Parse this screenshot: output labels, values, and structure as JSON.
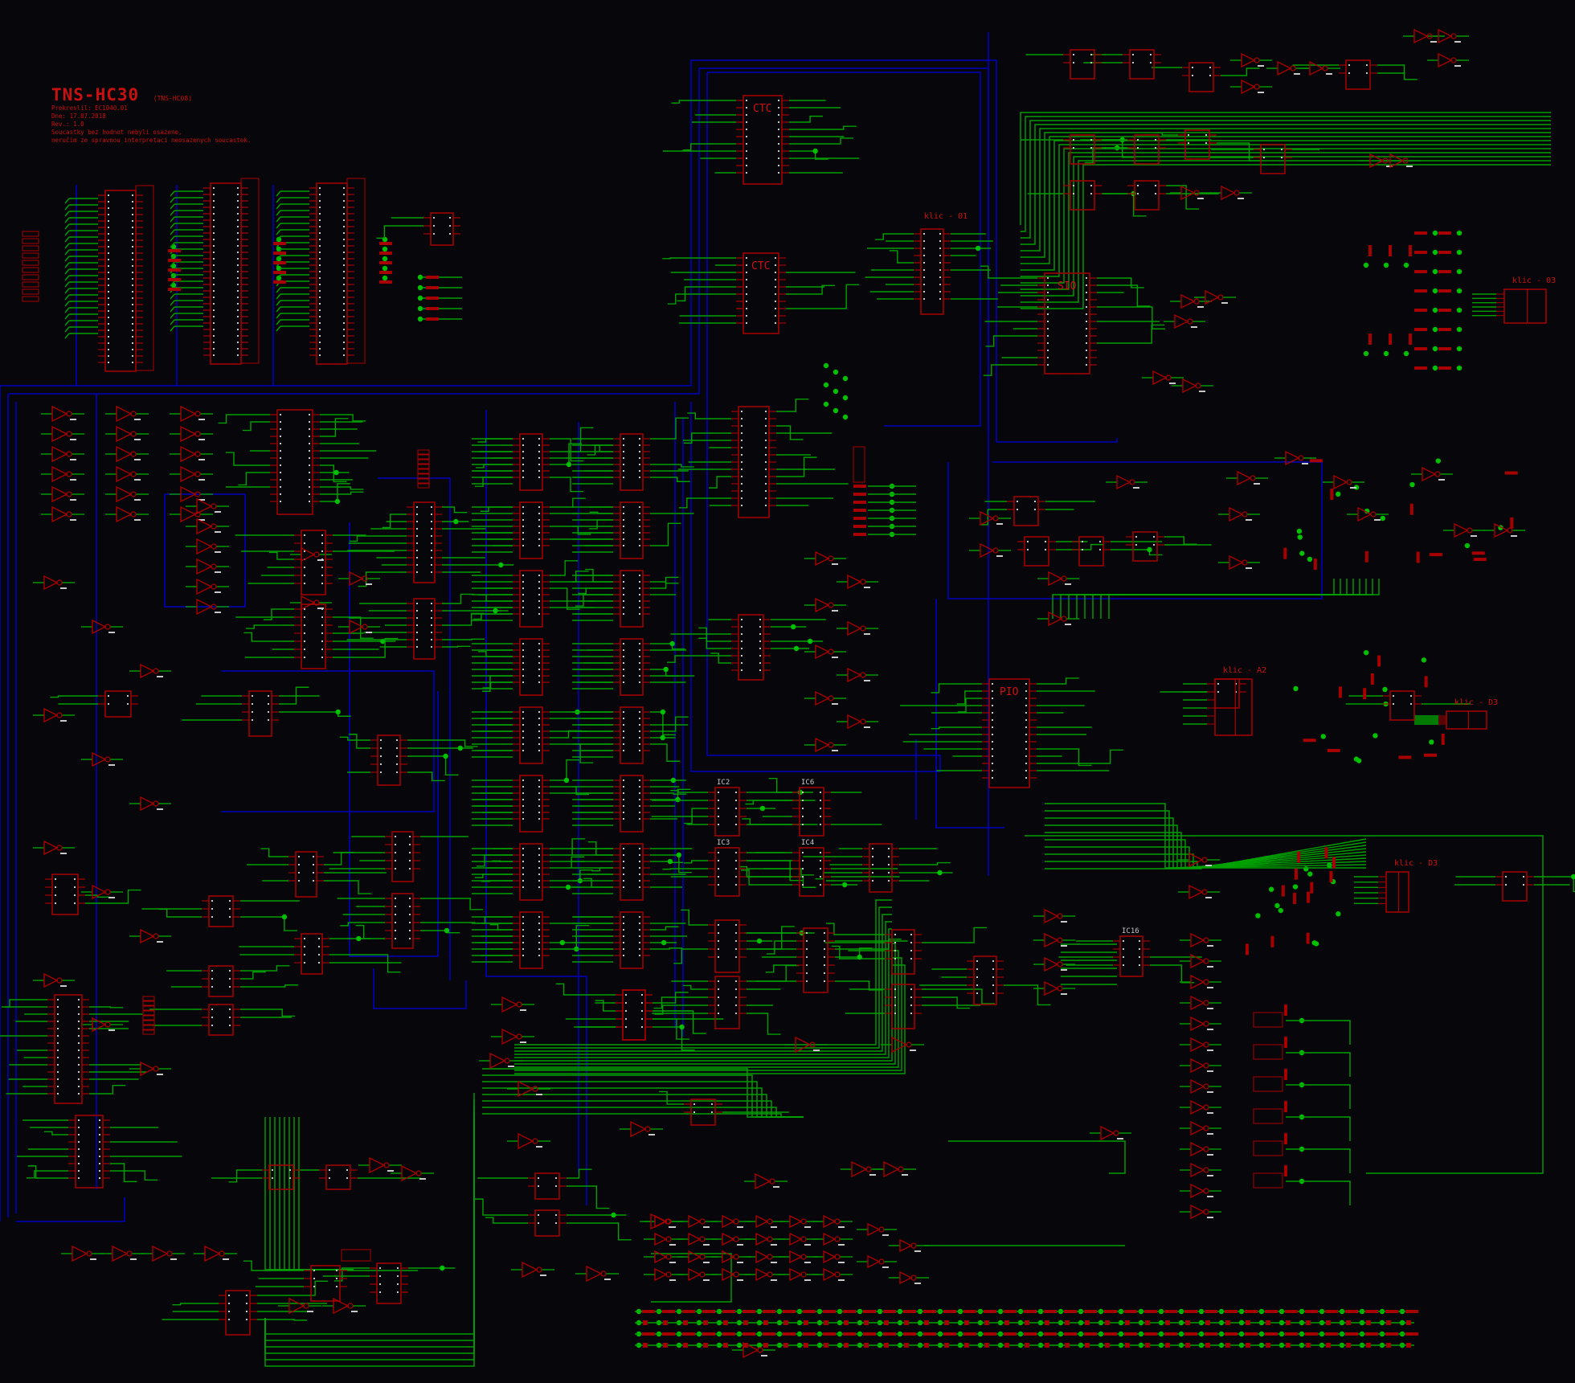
{
  "title": {
    "name": "TNS-HC30",
    "alt": "(TNS-HC08)"
  },
  "notes": [
    "Prekreslil: EC1040.01",
    "Dne: 17.07.2018",
    "Rev.: 1.0",
    "Soucastky bez hodnot nebyli osazene,",
    "neručím ze spravnou interpretaci neosazenych soucastek."
  ],
  "chips": {
    "ctc1": "CTC",
    "ctc2": "CTC",
    "sio": "SIO",
    "pio": "PIO",
    "ic2": "IC2",
    "ic6": "IC6",
    "ic3": "IC3",
    "ic4": "IC4",
    "ic16": "IC16"
  },
  "connectors": {
    "k01": "klic - 01",
    "k03": "klic - 03",
    "kA2": "klic - A2",
    "kD3a": "klic - D3",
    "kD3b": "klic - D3"
  },
  "colors": {
    "background": "#07060a",
    "wire": "#00a000",
    "component": "#a80000",
    "bus": "#0000c0",
    "pin_text": "#c8c8c8",
    "junction": "#00c000"
  }
}
